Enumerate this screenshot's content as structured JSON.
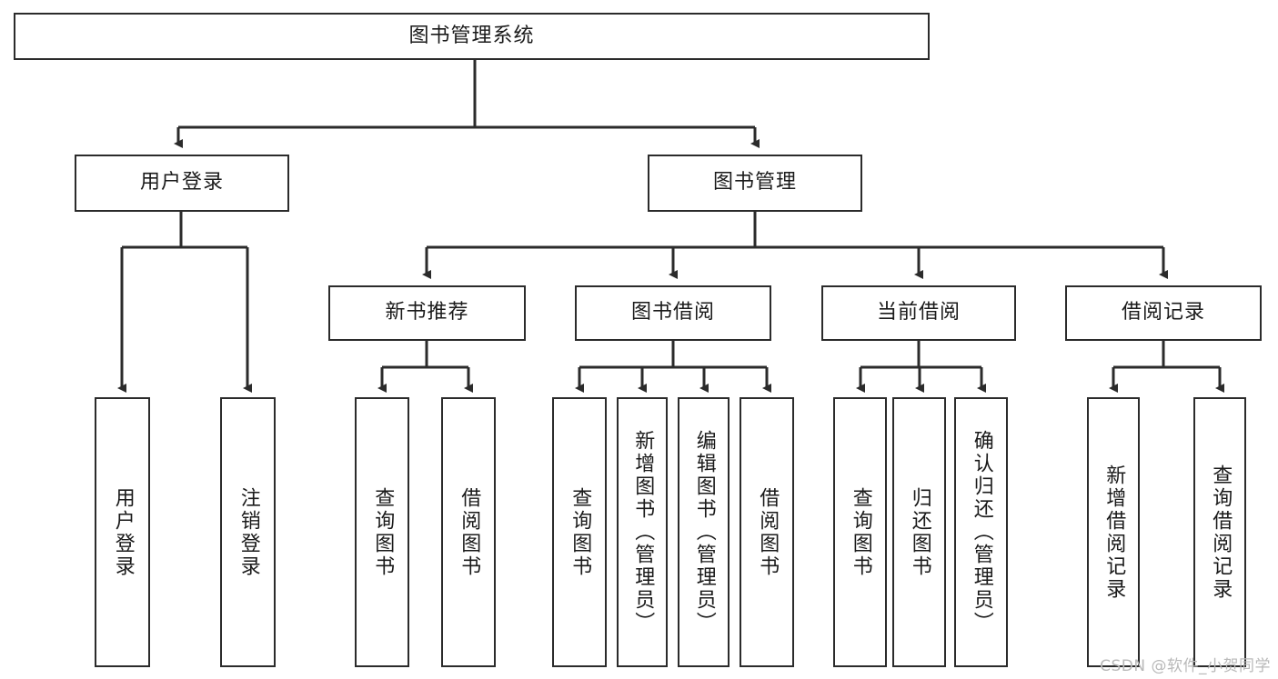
{
  "diagram": {
    "type": "tree-hierarchy-chart",
    "title_text": "图书管理系统",
    "colors": {
      "box_border": "#2b2b2b",
      "box_fill": "#ffffff",
      "edge": "#2b2b2b",
      "text": "#1a1a1a",
      "watermark": "#b9b9b9"
    },
    "root": {
      "id": "root",
      "label": "图书管理系统"
    },
    "level2": [
      {
        "id": "user-login",
        "label": "用户登录"
      },
      {
        "id": "book-management",
        "label": "图书管理"
      }
    ],
    "level3": [
      {
        "id": "new-book-recommend",
        "label": "新书推荐"
      },
      {
        "id": "book-borrow",
        "label": "图书借阅"
      },
      {
        "id": "current-borrow",
        "label": "当前借阅"
      },
      {
        "id": "borrow-record",
        "label": "借阅记录"
      }
    ],
    "leaves": {
      "user-login": [
        {
          "id": "leaf-user-login",
          "label": "用户登录"
        },
        {
          "id": "leaf-logout-login",
          "label": "注销登录"
        }
      ],
      "new-book-recommend": [
        {
          "id": "leaf-query-book-1",
          "label": "查询图书"
        },
        {
          "id": "leaf-borrow-book-1",
          "label": "借阅图书"
        }
      ],
      "book-borrow": [
        {
          "id": "leaf-query-book-2",
          "label": "查询图书"
        },
        {
          "id": "leaf-add-book-admin",
          "label": "新增图书（管理员）"
        },
        {
          "id": "leaf-edit-book-admin",
          "label": "编辑图书（管理员）"
        },
        {
          "id": "leaf-borrow-book-2",
          "label": "借阅图书"
        }
      ],
      "current-borrow": [
        {
          "id": "leaf-query-book-3",
          "label": "查询图书"
        },
        {
          "id": "leaf-return-book",
          "label": "归还图书"
        },
        {
          "id": "leaf-confirm-return-admin",
          "label": "确认归还（管理员）"
        }
      ],
      "borrow-record": [
        {
          "id": "leaf-add-borrow-record",
          "label": "新增借阅记录"
        },
        {
          "id": "leaf-query-borrow-record",
          "label": "查询借阅记录"
        }
      ]
    }
  },
  "watermark": {
    "text": "CSDN @软件_小贺同学"
  }
}
